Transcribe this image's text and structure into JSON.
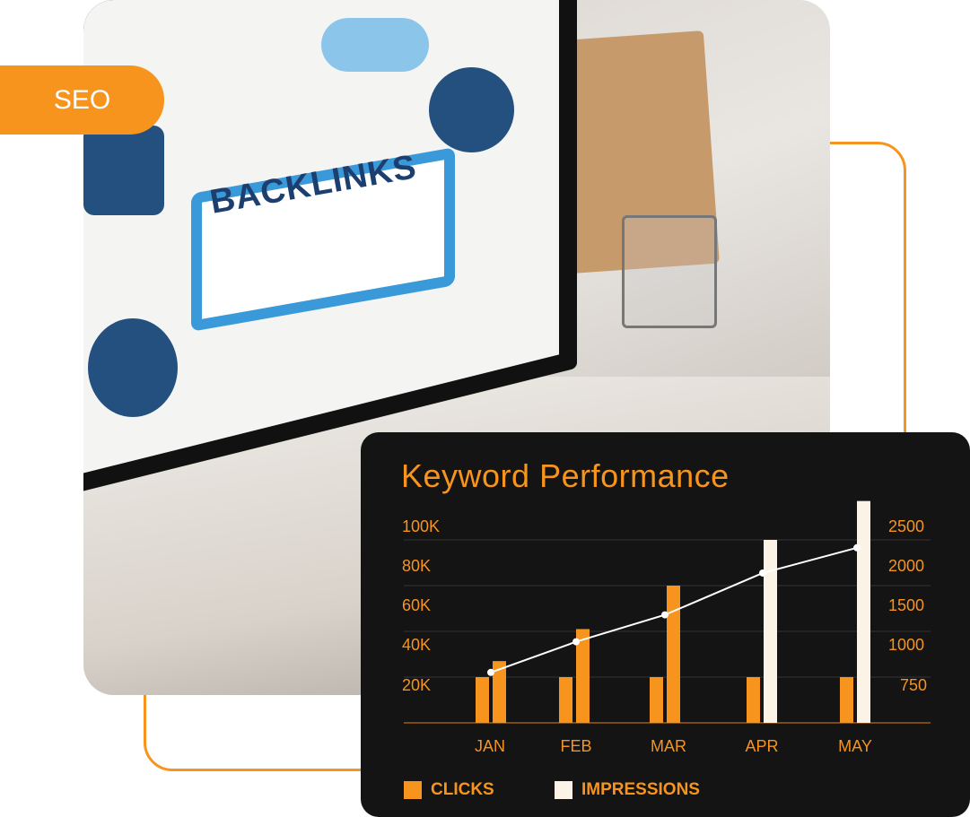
{
  "badge": {
    "label": "SEO"
  },
  "photo": {
    "screen_text": "BACKLINKS"
  },
  "colors": {
    "accent": "#f7941d",
    "impressions": "#fbf3e6",
    "card": "#141414",
    "line": "#ffffff"
  },
  "chart_data": {
    "type": "bar",
    "title": "Keyword Performance",
    "categories": [
      "JAN",
      "FEB",
      "MAR",
      "APR",
      "MAY"
    ],
    "left_axis": {
      "ticks": [
        "100K",
        "80K",
        "60K",
        "40K",
        "20K"
      ],
      "range": [
        0,
        100000
      ]
    },
    "right_axis": {
      "ticks": [
        "2500",
        "2000",
        "1500",
        "1000",
        "750"
      ]
    },
    "series": [
      {
        "name": "CLICKS",
        "values": [
          20000,
          20000,
          20000,
          20000,
          20000
        ],
        "colors": [
          "#f7941d",
          "#f7941d",
          "#f7941d",
          "#f7941d",
          "#f7941d"
        ]
      },
      {
        "name": "IMPRESSIONS",
        "values": [
          27000,
          41000,
          60000,
          80000,
          97000
        ],
        "colors": [
          "#f7941d",
          "#f7941d",
          "#f7941d",
          "#fbf3e6",
          "#fbf3e6"
        ]
      },
      {
        "name": "trend",
        "type": "line",
        "axis": "right",
        "values": [
          790,
          980,
          1300,
          1830,
          2150
        ]
      }
    ],
    "legend": [
      {
        "label": "CLICKS",
        "color": "#f7941d"
      },
      {
        "label": "IMPRESSIONS",
        "color": "#fbf3e6"
      }
    ],
    "legend_position": "bottom-left",
    "grid": true
  }
}
